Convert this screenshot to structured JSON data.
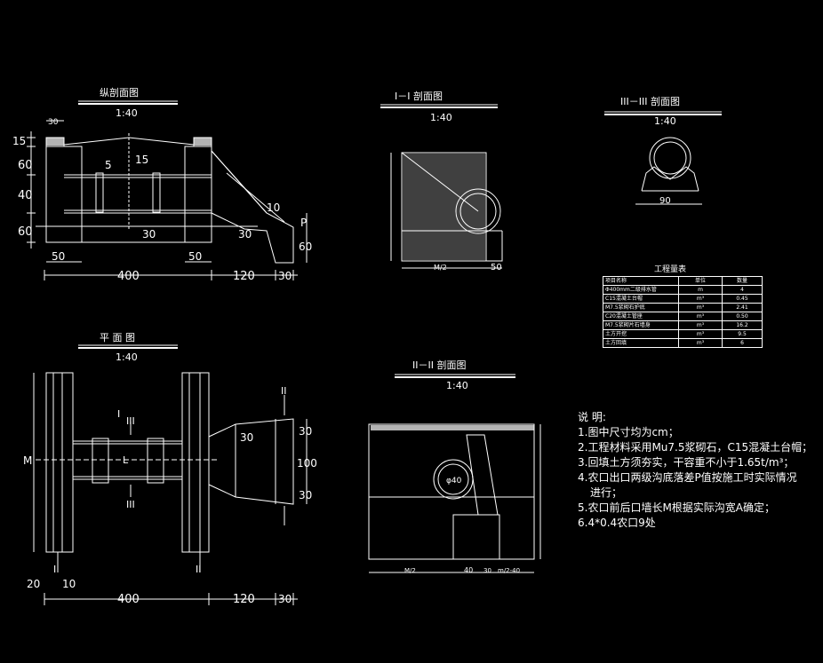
{
  "titles": {
    "longitudinal": "纵剖面图",
    "plan": "平 面 图",
    "sec1": "I－I 剖面图",
    "sec2": "II－II 剖面图",
    "sec3": "III－III 剖面图",
    "scale": "1:40"
  },
  "dims": {
    "d30": "30",
    "d15": "15",
    "d60": "60",
    "d40": "40",
    "d5": "5",
    "d50": "50",
    "d400": "400",
    "d120": "120",
    "d10": "10",
    "d100": "100",
    "d20": "20",
    "d90": "90",
    "dM": "M",
    "dP": "P",
    "dM2": "M/2",
    "dM2_40": "m/2-40",
    "d_phi40": "φ40",
    "mark_I": "I",
    "mark_II": "II",
    "mark_III": "III",
    "mark_L": "L"
  },
  "quantity_table": {
    "title": "工程量表",
    "headers": [
      "项目名称",
      "单位",
      "数量"
    ],
    "rows": [
      [
        "Φ400mm二级排水管",
        "m",
        "4"
      ],
      [
        "C15混凝土台帽",
        "m³",
        "0.45"
      ],
      [
        "M7.5浆砌石护底",
        "m³",
        "2.41"
      ],
      [
        "C20混凝土管座",
        "m³",
        "0.50"
      ],
      [
        "M7.5浆砌片石墙身",
        "m³",
        "16.2"
      ],
      [
        "土方开挖",
        "m³",
        "9.5"
      ],
      [
        "土方回填",
        "m³",
        "6"
      ]
    ]
  },
  "notes": {
    "heading": "说 明:",
    "items": [
      "1.图中尺寸均为cm；",
      "2.工程材料采用Mu7.5浆砌石，C15混凝土台帽；",
      "3.回填土方须夯实，干容重不小于1.65t/m³；",
      "4.农口出口两级沟底落差P值按施工时实际情况",
      "进行；",
      "5.农口前后口墙长M根据实际沟宽A确定；",
      "6.4*0.4农口9处"
    ]
  },
  "colors": {
    "background": "#000000",
    "lines": "#ffffff"
  }
}
